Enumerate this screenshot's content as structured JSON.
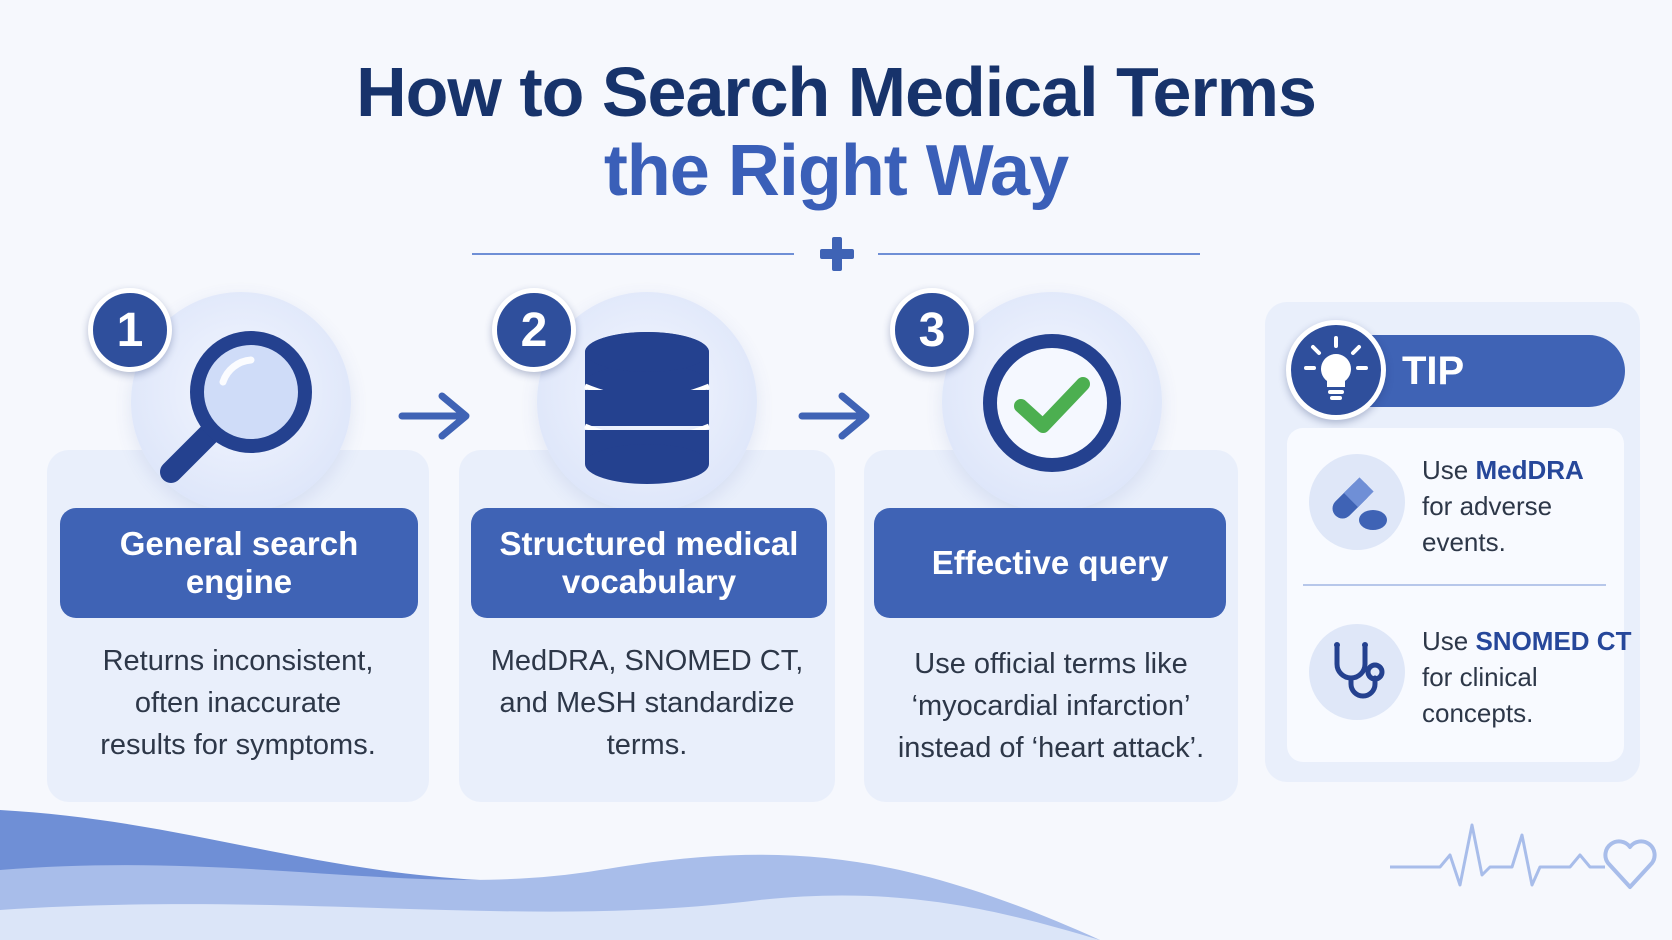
{
  "title": {
    "line1": "How to Search Medical Terms",
    "line2": "the Right Way"
  },
  "steps": [
    {
      "number": "1",
      "icon": "magnifier-icon",
      "heading_line1": "General search",
      "heading_line2": "engine",
      "desc_lines": [
        "Returns inconsistent,",
        "often inaccurate",
        "results for symptoms."
      ]
    },
    {
      "number": "2",
      "icon": "database-icon",
      "heading_line1": "Structured medical",
      "heading_line2": "vocabulary",
      "desc_lines": [
        "MedDRA, SNOMED CT,",
        "and MeSH standardize",
        "terms."
      ]
    },
    {
      "number": "3",
      "icon": "checkmark-icon",
      "heading_line1": "Effective query",
      "heading_line2": "",
      "desc_lines": [
        "Use official terms like",
        "‘myocardial infarction’",
        "instead of ‘heart attack’."
      ]
    }
  ],
  "tip": {
    "label": "TIP",
    "icon": "lightbulb-icon",
    "items": [
      {
        "icon": "pill-icon",
        "prefix": "Use ",
        "term": "MedDRA",
        "line2": "for adverse",
        "line3": "events."
      },
      {
        "icon": "stethoscope-icon",
        "prefix": "Use ",
        "term": "SNOMED CT",
        "line2": "for clinical",
        "line3": "concepts."
      }
    ]
  },
  "colors": {
    "title_dark": "#17336b",
    "title_accent": "#3a5fb8",
    "header_bar": "#3f63b5",
    "badge": "#2f4f9c",
    "card_bg": "#e9effb",
    "check_green": "#4caf50"
  }
}
